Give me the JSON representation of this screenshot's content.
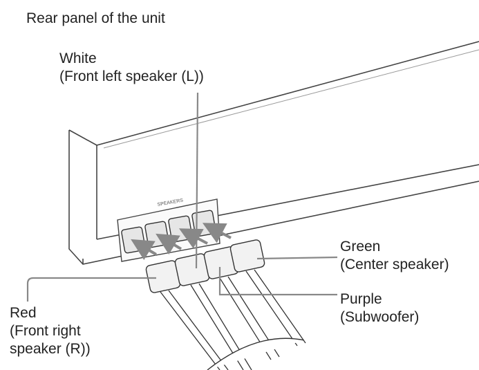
{
  "title": "Rear panel of the unit",
  "labels": {
    "white": {
      "color": "White",
      "desc": "(Front left speaker (L))"
    },
    "green": {
      "color": "Green",
      "desc": "(Center speaker)"
    },
    "purple": {
      "color": "Purple",
      "desc": "(Subwoofer)"
    },
    "red": {
      "color": "Red",
      "desc_line1": "(Front right",
      "desc_line2": "speaker (R))"
    }
  },
  "panel_marking": "SPEAKERS"
}
